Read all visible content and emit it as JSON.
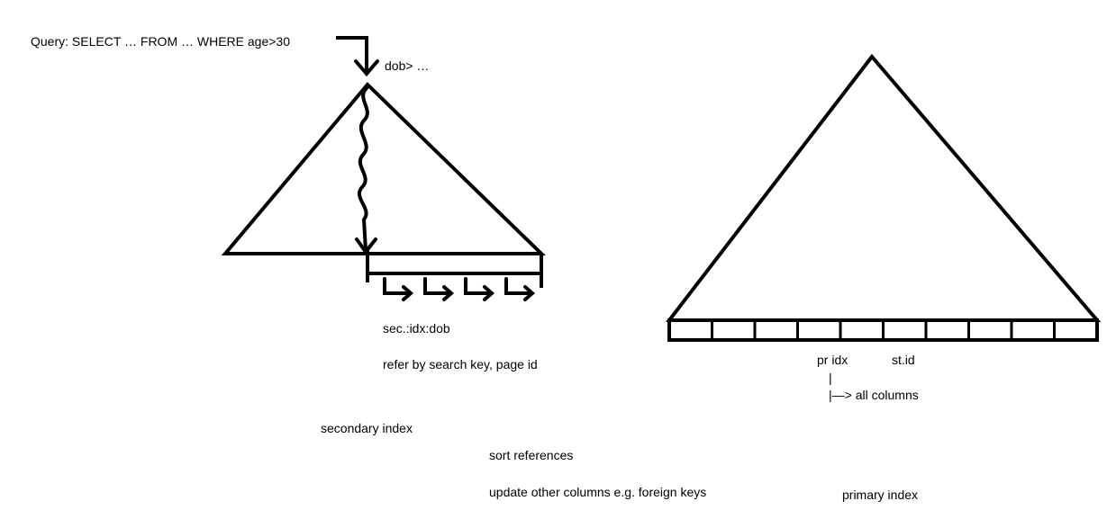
{
  "labels": {
    "query": "Query: SELECT … FROM … WHERE age>30",
    "dob_condition": "dob> …",
    "sec_idx_name": "sec.:idx:dob",
    "refer": "refer by search key, page id",
    "secondary_index": "secondary index",
    "sort_references": "sort references",
    "update_columns": "update  other  columns e.g. foreign keys",
    "pr_idx": "pr idx",
    "st_id": "st.id",
    "pipe": "|",
    "all_columns": "|—> all columns",
    "primary_index": "primary index"
  },
  "colors": {
    "stroke": "#000000",
    "background": "#ffffff"
  },
  "primary_leaf_cells": 10,
  "secondary_leaf_arrows": 4
}
